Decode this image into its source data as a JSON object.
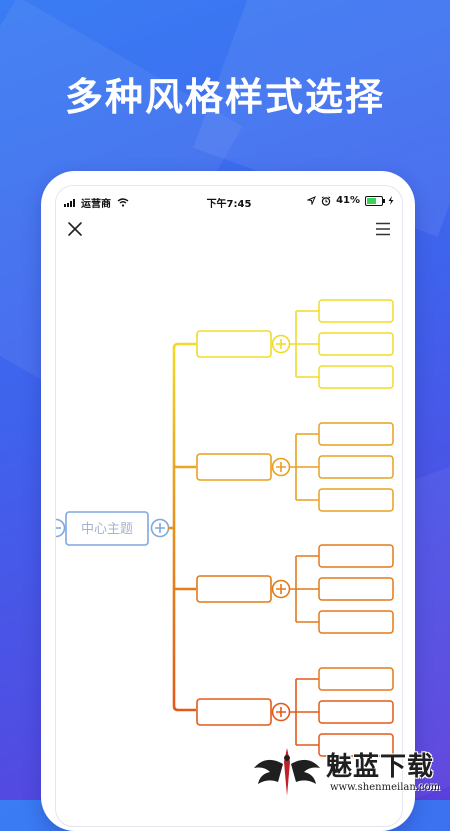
{
  "headline": "多种风格样式选择",
  "status_bar": {
    "carrier": "运营商",
    "time": "下午7:45",
    "battery_percent": "41%"
  },
  "nav": {
    "close_icon": "close-icon",
    "menu_icon": "hamburger-menu-icon"
  },
  "mindmap": {
    "root_label": "中心主题",
    "colors": {
      "root": "#7fa8e0",
      "branch1": "#f0dc28",
      "branch2": "#e9a020",
      "branch3": "#e37a1a",
      "branch4": "#e25a18"
    },
    "branches": [
      {
        "label": "",
        "children": [
          "",
          "",
          ""
        ]
      },
      {
        "label": "",
        "children": [
          "",
          "",
          ""
        ]
      },
      {
        "label": "",
        "children": [
          "",
          "",
          ""
        ]
      },
      {
        "label": "",
        "children": [
          "",
          "",
          ""
        ]
      }
    ]
  },
  "watermark": {
    "brand": "魅蓝下载",
    "url": "www.shenmeilan.com"
  }
}
